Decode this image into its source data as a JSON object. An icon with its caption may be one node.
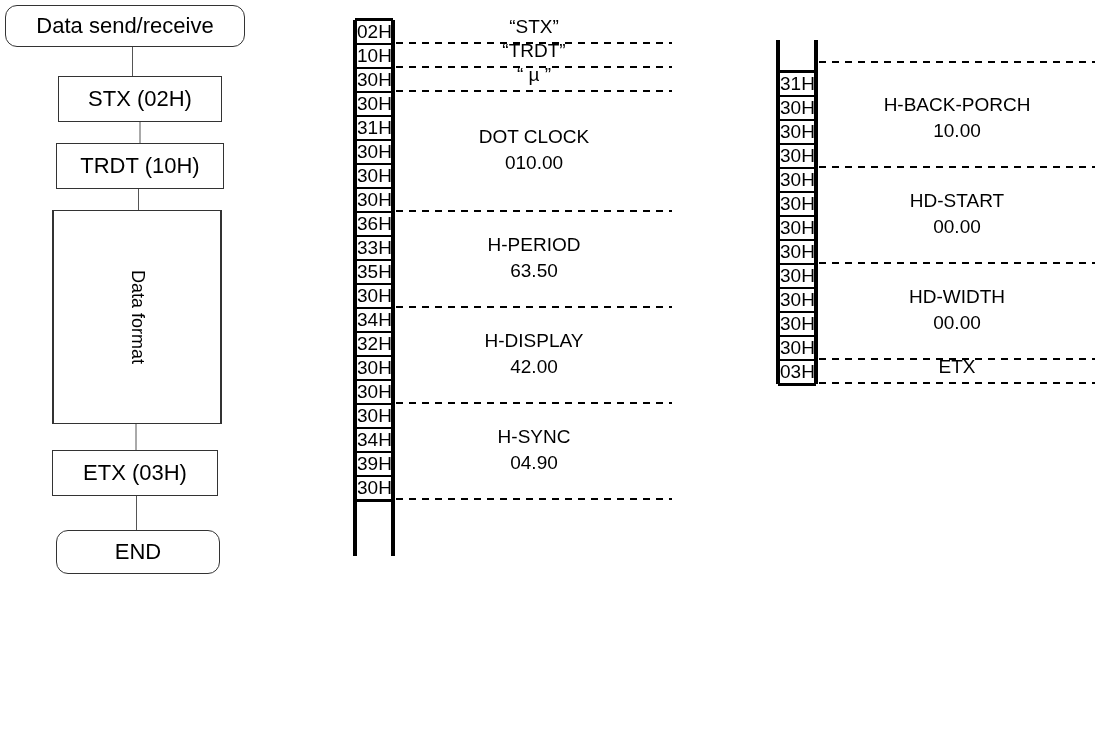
{
  "diagram": {
    "nodes": [
      {
        "text": [
          "Data send/receive"
        ]
      },
      {
        "text": [
          "STX (02H)"
        ]
      },
      {
        "text": [
          "TRDT (10H)"
        ]
      },
      {
        "text": [
          "Data format"
        ]
      },
      {
        "text": [
          "ETX (03H)"
        ]
      },
      {
        "text": [
          "END"
        ]
      }
    ],
    "edges": [
      {
        "from": 0,
        "to": 1,
        "arrow": "none"
      },
      {
        "from": 1,
        "to": 2,
        "arrow": "none"
      },
      {
        "from": 2,
        "to": 3,
        "arrow": "none"
      },
      {
        "from": 3,
        "to": 4,
        "arrow": "none"
      },
      {
        "from": 4,
        "to": 5,
        "arrow": "none"
      }
    ],
    "labels": [
      "02H",
      "“STX”",
      "10H",
      "“TRDT”",
      "30H",
      "“ µ ”",
      "30H",
      "31H",
      "30H",
      "30H",
      "30H",
      "DOT CLOCK",
      "010.00",
      "36H",
      "33H",
      "35H",
      "30H",
      "H-PERIOD",
      "63.50",
      "34H",
      "32H",
      "30H",
      "30H",
      "H-DISPLAY",
      "42.00",
      "30H",
      "34H",
      "39H",
      "30H",
      "H-SYNC",
      "04.90",
      "31H",
      "30H",
      "30H",
      "30H",
      "H-BACK-PORCH",
      "10.00",
      "30H",
      "30H",
      "30H",
      "30H",
      "HD-START",
      "00.00",
      "30H",
      "30H",
      "30H",
      "30H",
      "HD-WIDTH",
      "00.00",
      "03H",
      "ETX"
    ]
  }
}
